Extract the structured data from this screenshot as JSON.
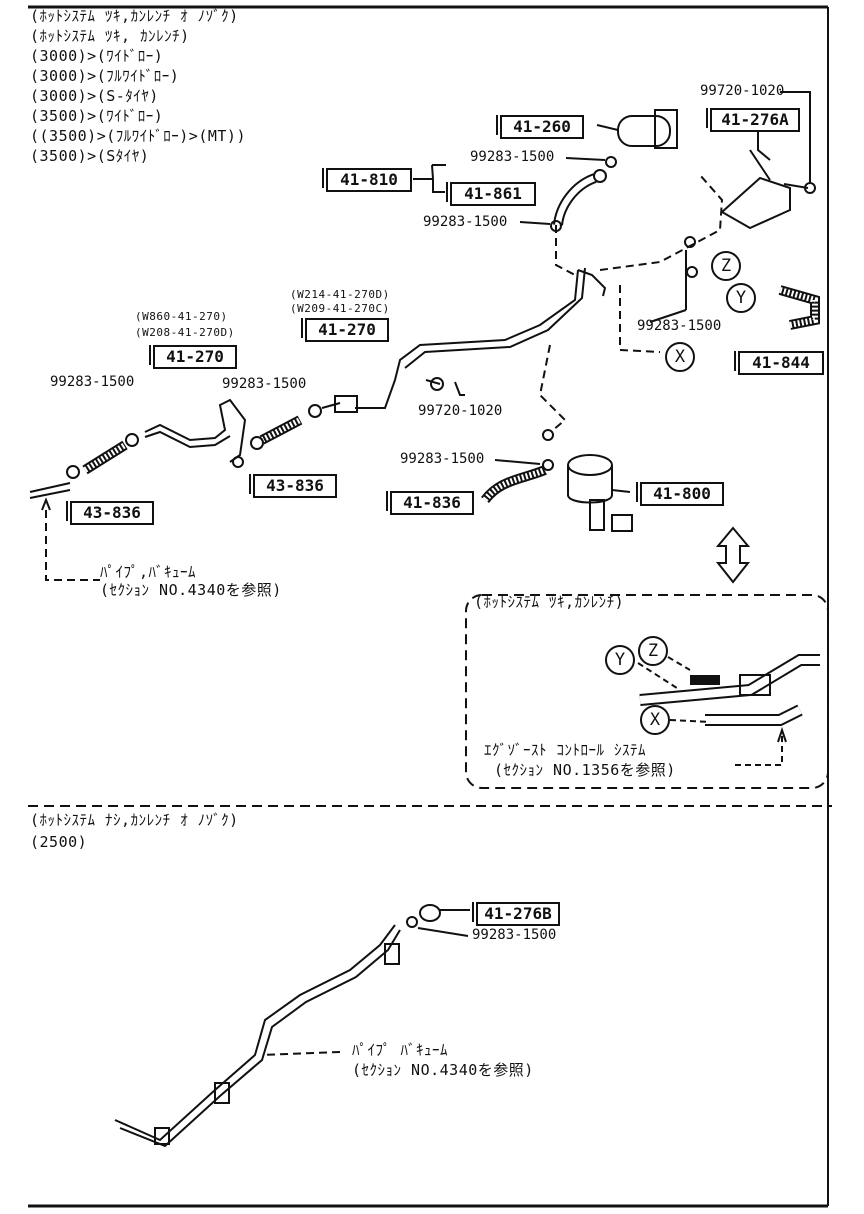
{
  "header_lines": [
    "(ﾎｯﾄｼｽﾃﾑ ﾂｷ,ｶﾝﾚﾝﾁ ｵ ﾉｿﾞｸ)",
    "(ﾎｯﾄｼｽﾃﾑ ﾂｷ, ｶﾝﾚﾝﾁ)",
    "(3000)>(ﾜｲﾄﾞﾛｰ)",
    "(3000)>(ﾌﾙﾜｲﾄﾞﾛｰ)",
    "(3000)>(S-ﾀｲﾔ)",
    "(3500)>(ﾜｲﾄﾞﾛｰ)",
    "((3500)>(ﾌﾙﾜｲﾄﾞﾛｰ)>(MT))",
    "(3500)>(Sﾀｲﾔ)"
  ],
  "part_boxes": {
    "p41_260": "41-260",
    "p41_276A": "41-276A",
    "p41_810": "41-810",
    "p41_861": "41-861",
    "p41_270a": "41-270",
    "p41_270b": "41-270",
    "p43_836a": "43-836",
    "p43_836b": "43-836",
    "p41_836": "41-836",
    "p41_800": "41-800",
    "p41_844": "41-844",
    "p41_276B": "41-276B"
  },
  "part_numbers": {
    "n99720_top": "99720-1020",
    "n99283_1": "99283-1500",
    "n99283_2": "99283-1500",
    "n99283_3": "99283-1500",
    "n99283_left": "99283-1500",
    "n99283_mid": "99283-1500",
    "n99720_mid": "99720-1020",
    "n99283_low": "99283-1500",
    "n99283_bottom": "99283-1500"
  },
  "small_refs": {
    "w214": "(W214-41-270D)",
    "w209": "(W209-41-270C)",
    "w860": "(W860-41-270)",
    "w208": "(W208-41-270D)"
  },
  "circle_labels": {
    "z_main": "Z",
    "y_main": "Y",
    "x_main": "X",
    "y_inset": "Y",
    "z_inset": "Z",
    "x_inset": "X"
  },
  "notes": {
    "pipe1_line1": "ﾊﾟｲﾌﾟ,ﾊﾞｷｭｰﾑ",
    "pipe1_line2": "(ｾｸｼｮﾝ NO.4340を参照)",
    "inset_title": "(ﾎｯﾄｼｽﾃﾑ ﾂｷ,ｶﾝﾚﾝﾁ)",
    "exhaust_line1": "ｴｸﾞｿﾞｰｽﾄ ｺﾝﾄﾛｰﾙ ｼｽﾃﾑ",
    "exhaust_line2": "(ｾｸｼｮﾝ NO.1356を参照)",
    "section2_line1": "(ﾎｯﾄｼｽﾃﾑ ﾅｼ,ｶﾝﾚﾝﾁ ｵ ﾉｿﾞｸ)",
    "section2_line2": "(2500)",
    "pipe2_line1": "ﾊﾟｲﾌﾟ ﾊﾞｷｭｰﾑ",
    "pipe2_line2": "(ｾｸｼｮﾝ NO.4340を参照)"
  }
}
